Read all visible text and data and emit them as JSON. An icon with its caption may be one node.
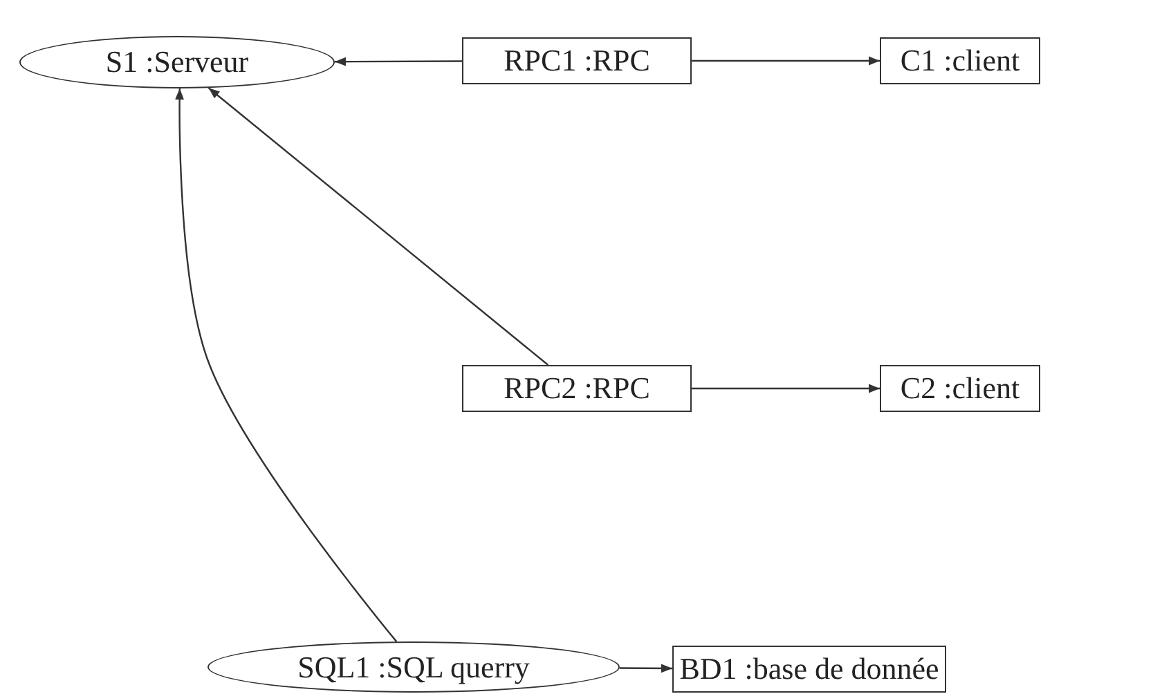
{
  "diagram": {
    "nodes": [
      {
        "text": [
          "S1 :Serveur"
        ]
      },
      {
        "text": [
          "RPC1 :RPC"
        ]
      },
      {
        "text": [
          "C1 :client"
        ]
      },
      {
        "text": [
          "RPC2 :RPC"
        ]
      },
      {
        "text": [
          "C2 :client"
        ]
      },
      {
        "text": [
          "SQL1 :SQL querry"
        ]
      },
      {
        "text": [
          "BD1 :base de donnée"
        ]
      }
    ],
    "edges": [
      {
        "from": 1,
        "to": 0,
        "arrow": "to"
      },
      {
        "from": 1,
        "to": 2,
        "arrow": "to"
      },
      {
        "from": 3,
        "to": 0,
        "arrow": "to"
      },
      {
        "from": 3,
        "to": 4,
        "arrow": "to"
      },
      {
        "from": 5,
        "to": 0,
        "arrow": "to"
      },
      {
        "from": 5,
        "to": 6,
        "arrow": "to"
      }
    ]
  }
}
